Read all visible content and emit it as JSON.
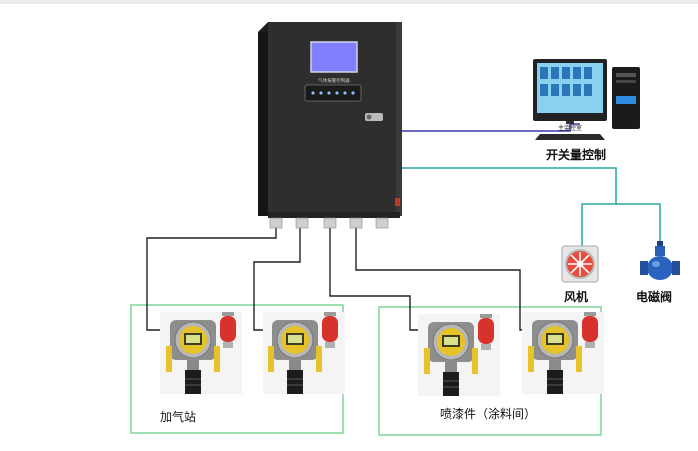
{
  "controller": {
    "panel_text": "气体报警控制器"
  },
  "computer": {
    "caption": "主监控室"
  },
  "switch_control": {
    "label": "开关量控制"
  },
  "fan": {
    "label": "风机"
  },
  "valve": {
    "label": "电磁阀"
  },
  "zones": [
    {
      "label": "加气站"
    },
    {
      "label": "喷漆件（涂料间）"
    }
  ],
  "colors": {
    "controller_body": "#2b2b2b",
    "screen": "#7f7fff",
    "teal_line": "#29a8a0",
    "blue_line": "#3a3aa8",
    "zone_border": "#7dd79a",
    "detector_yellow": "#e7c32a",
    "beacon_red": "#d8322c"
  }
}
